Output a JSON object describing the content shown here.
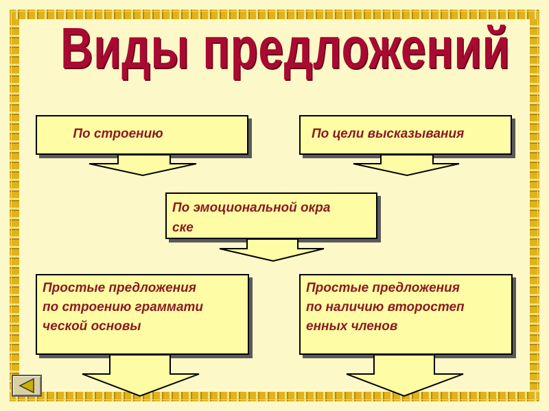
{
  "title": "Виды предложений",
  "boxes": {
    "structure": "По строению",
    "purpose": "По цели высказывания",
    "emotional": "По эмоциональной окра\nске",
    "simple_grammar": "Простые предложения\nпо строению граммати\nческой основы",
    "simple_secondary": "Простые предложения\nпо наличию второстеп\nенных членов"
  },
  "colors": {
    "title": "#a80a32",
    "box_fill": "#fefca4",
    "box_text": "#8b1a22",
    "background": "#fcf8c8"
  },
  "nav": {
    "icon": "triangle-left-icon"
  }
}
